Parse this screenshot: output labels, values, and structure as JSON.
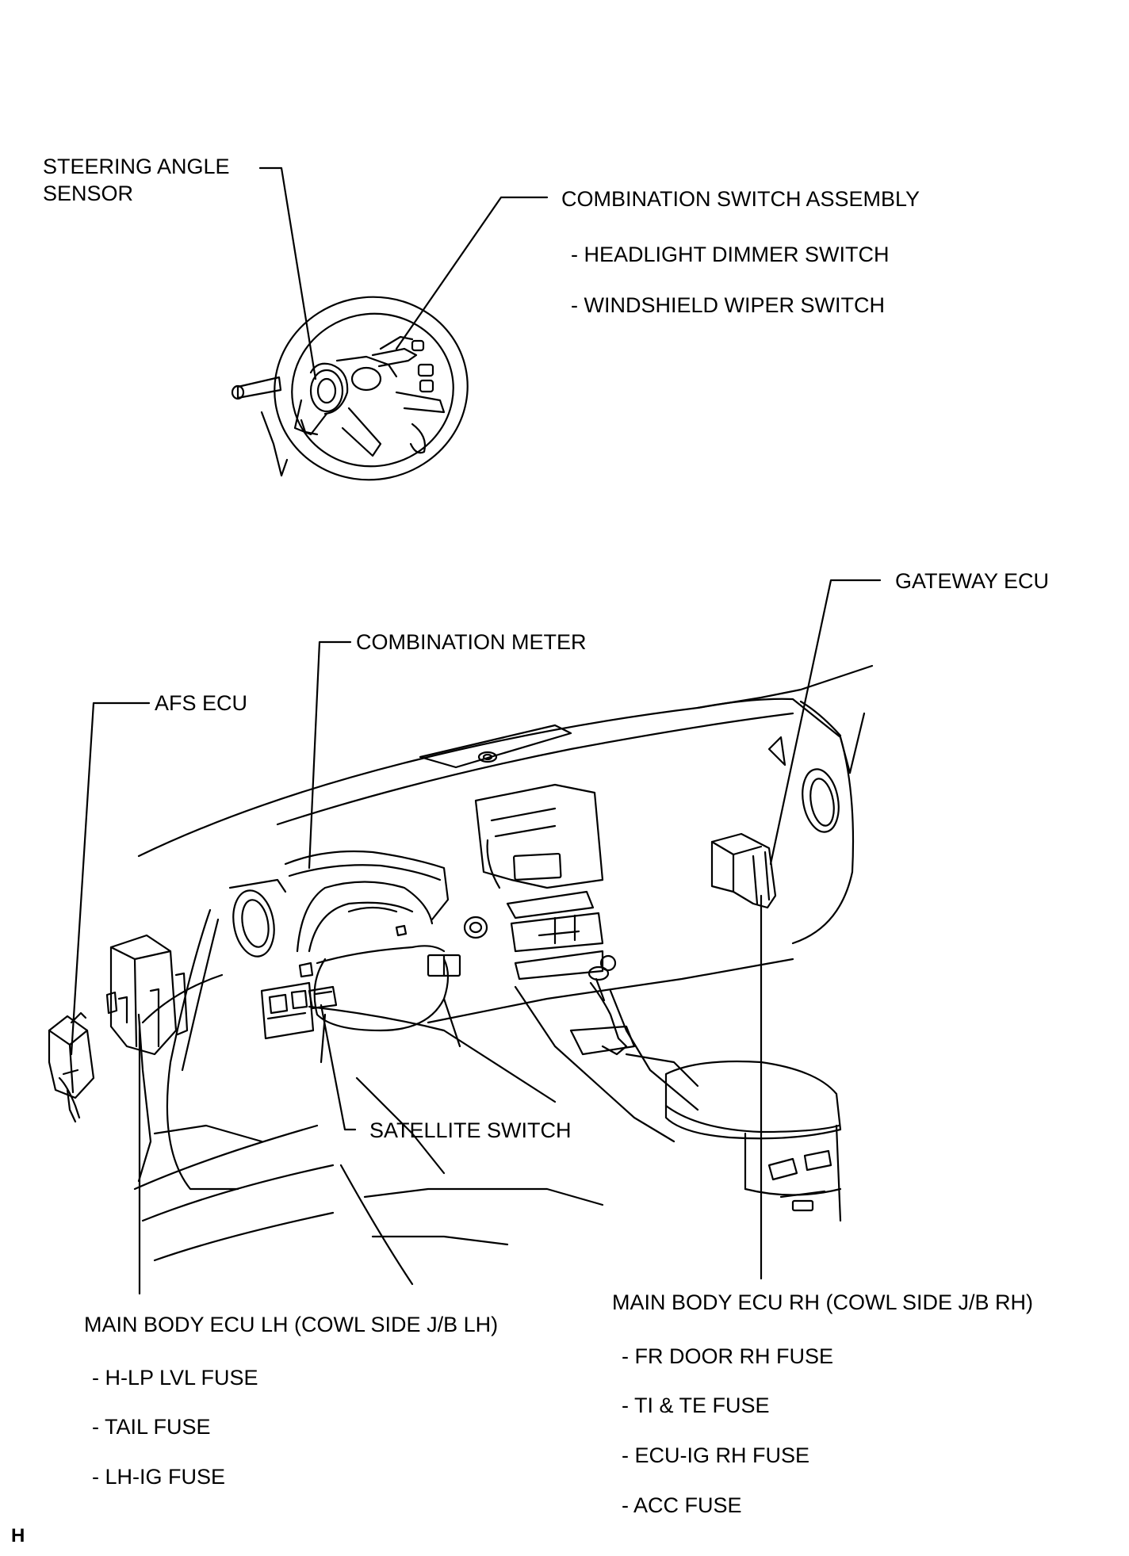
{
  "labels": {
    "steering_angle_sensor": [
      "STEERING ANGLE",
      "SENSOR"
    ],
    "combination_switch_assembly": "COMBINATION SWITCH ASSEMBLY",
    "headlight_dimmer_switch": "- HEADLIGHT DIMMER SWITCH",
    "windshield_wiper_switch": "- WINDSHIELD WIPER SWITCH",
    "gateway_ecu": "GATEWAY ECU",
    "combination_meter": "COMBINATION METER",
    "afs_ecu": "AFS ECU",
    "satellite_switch": "SATELLITE SWITCH",
    "main_body_ecu_lh": {
      "title": "MAIN BODY ECU LH (COWL SIDE J/B LH)",
      "items": [
        "- H-LP LVL FUSE",
        "- TAIL FUSE",
        "- LH-IG FUSE"
      ]
    },
    "main_body_ecu_rh": {
      "title": "MAIN BODY ECU RH (COWL SIDE J/B RH)",
      "items": [
        "- FR DOOR RH FUSE",
        "- TI & TE FUSE",
        "- ECU-IG RH FUSE",
        "- ACC FUSE"
      ]
    }
  },
  "corner_mark": "H"
}
